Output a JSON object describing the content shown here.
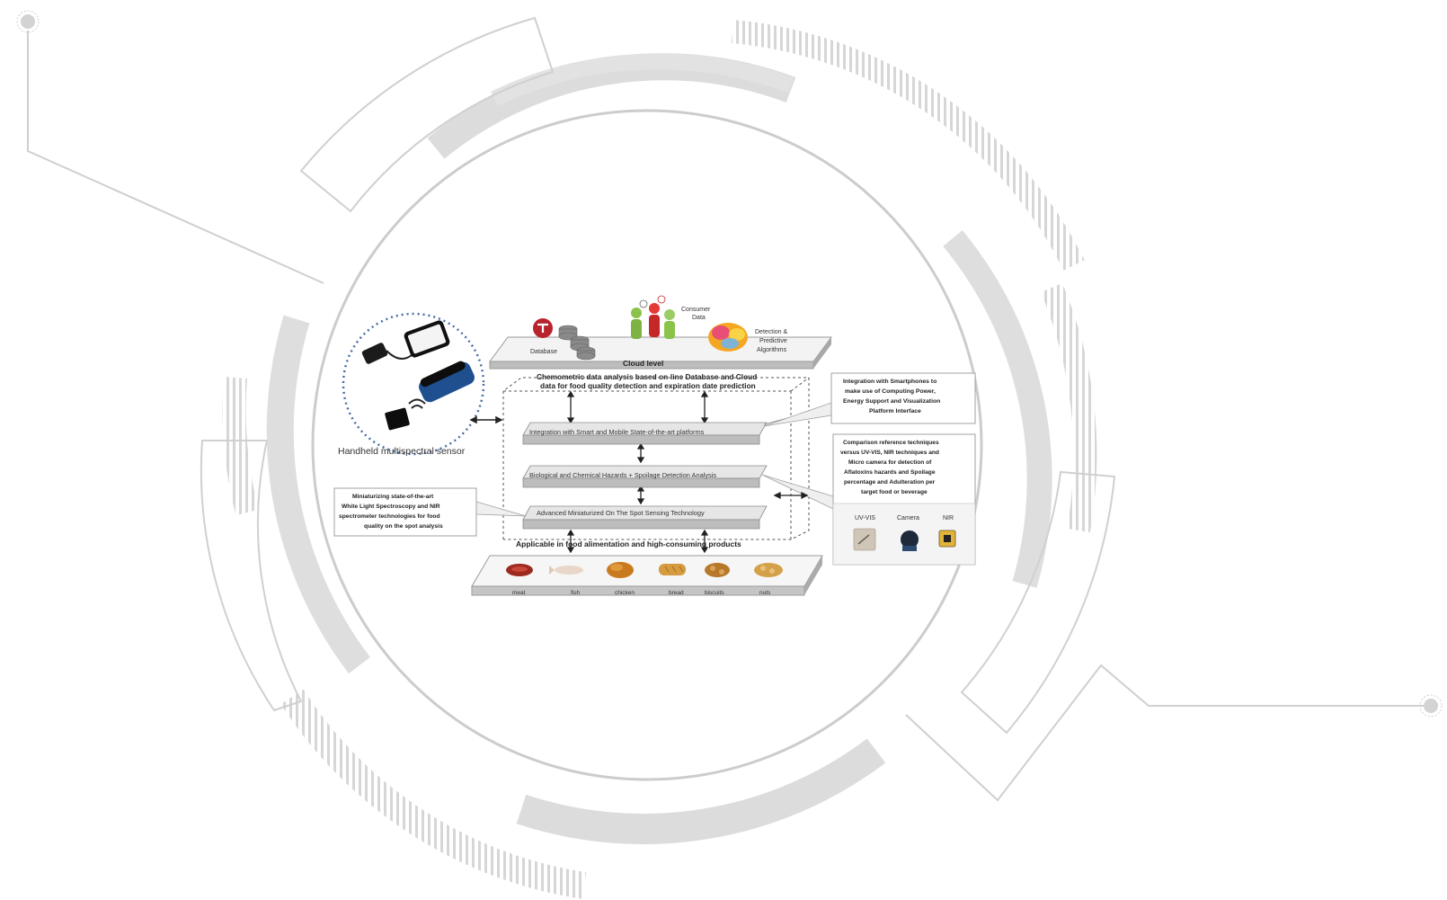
{
  "sensor": {
    "caption": "Handheld multispectral sensor"
  },
  "cloud": {
    "label": "Cloud level",
    "database": "Database",
    "consumer": [
      "Consumer",
      "Data"
    ],
    "algorithms": [
      "Detection &",
      "Predictive",
      "Algorithms"
    ]
  },
  "chemometric": [
    "Chemometric data analysis based on-line Database and Cloud",
    "data for food quality detection and expiration date prediction"
  ],
  "layers": {
    "integration": "Integration with Smart and Mobile State-of-the-art platforms",
    "hazards": "Biological and Chemical Hazards + Spoilage Detection Analysis",
    "sensing": "Advanced Miniaturized On The Spot Sensing Technology"
  },
  "notes": {
    "smartphones": [
      "Integration with Smartphones to",
      "make use of Computing Power,",
      "Energy Support and Visualization",
      "Platform Interface"
    ],
    "comparison": [
      "Comparison reference techniques",
      "versus UV-VIS, NIR techniques and",
      "Micro camera for detection of",
      "Aflatoxins hazards and Spoilage",
      "percentage and Adulteration per",
      "target food or beverage"
    ],
    "miniaturizing": [
      "Miniaturizing state-of-the-art",
      "White Light Spectroscopy and NIR",
      "spectrometer technologies for food",
      "quality on the spot analysis"
    ]
  },
  "techniques": [
    "UV-VIS",
    "Camera",
    "NIR"
  ],
  "applicable": "Applicable in food alimentation and high-consuming products",
  "foods": [
    "meat",
    "fish",
    "chicken",
    "bread",
    "biscuits",
    "nuts"
  ],
  "colors": {
    "ring": "#d9d9d9",
    "ring_line": "#cfcfcf",
    "platform": "#c8c8c8",
    "platform_top": "#e6e6e6",
    "dots": "#4a6fa5"
  }
}
